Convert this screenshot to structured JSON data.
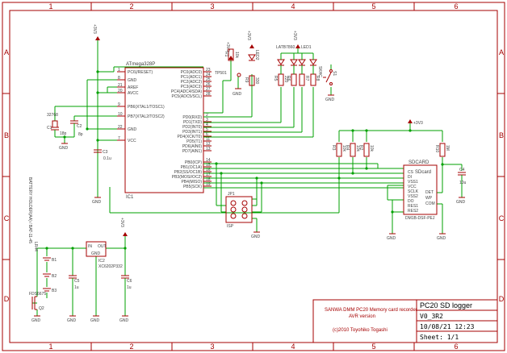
{
  "grid": {
    "columns": [
      "1",
      "2",
      "3",
      "4",
      "5",
      "6"
    ],
    "rows": [
      "A",
      "B",
      "C",
      "D"
    ]
  },
  "title_block": {
    "title": "PC20 SD logger",
    "version": "V0_3R2",
    "date": "10/08/21 12:23",
    "sheet": "Sheet: 1/1",
    "desc1": "SANWA DMM PC20 Memory card recorder",
    "desc2": "AVR version",
    "copyright": "(c)2010 Toyohiko Togashi"
  },
  "mcu": {
    "name": "ATmega328P",
    "ref": "IC1",
    "left_pins": [
      "PC6(/RESET)",
      "GND",
      "AREF",
      "AVCC",
      "PB6(XTAL1/TOSC1)",
      "PB7(XTAL2/TOSC2)",
      "GND",
      "VCC"
    ],
    "left_nums": [
      "1",
      "8",
      "21",
      "20",
      "9",
      "10",
      "22",
      "7"
    ],
    "right_pins": [
      "PC0(ADC0)",
      "PC1(ADC1)",
      "PC2(ADC2)",
      "PC3(ADC3)",
      "PC4(ADC4/SDA)",
      "PC5(ADC5/SCL)",
      "PD0(RXD)",
      "PD1(TXD)",
      "PD2(INT0)",
      "PD3(INT1)",
      "PD4(XCK/T0)",
      "PD5(T1)",
      "PD6(AIN0)",
      "PD7(AIN1)",
      "PB0(ICP)",
      "PB1(OC1A)",
      "PB2(SS/OC1B)",
      "PB3(MOSI/OC2)",
      "PB4(MISO)",
      "PB5(SCK)"
    ],
    "right_nums": [
      "23",
      "24",
      "25",
      "26",
      "27",
      "28",
      "2",
      "3",
      "4",
      "5",
      "6",
      "11",
      "12",
      "13",
      "14",
      "15",
      "16",
      "17",
      "18",
      "19"
    ]
  },
  "sdcard": {
    "name": "SDCARD",
    "label": "SDcard",
    "part": "DM1B-DSF-PEJ",
    "pins": [
      "CS",
      "DI",
      "VSS1",
      "VCC",
      "SCLK",
      "VSS2",
      "DO",
      "RES1",
      "RES2"
    ],
    "right_pins": [
      "DET",
      "WP",
      "COM"
    ]
  },
  "labels": {
    "vcc": "+3V3",
    "gnd": "GND",
    "crystal": "32768",
    "c1": "C1",
    "c1v": "18p",
    "c2": "C2",
    "c2v": "8p",
    "c3": "C3",
    "c3v": "0.1u",
    "c4": "C4",
    "c4v": "10u",
    "c5": "C5",
    "c5v": "1u",
    "c6": "C6",
    "c6v": "1u",
    "tp": "TP501",
    "r1": "R1",
    "r1v": "10k",
    "led1": "LED1",
    "led2": "LED2",
    "ledname": "LATB7860",
    "r5": "R5",
    "r5v": "220",
    "r6": "R6",
    "r6v": "330",
    "r7": "R7",
    "r7v": "330",
    "r8": "R8",
    "r8v": "330",
    "r9": "R9",
    "r9v": "330",
    "s1": "S1",
    "sw_name": "SKHC",
    "r3": "R3",
    "r3v": "10k",
    "r4": "R4",
    "r4v": "10k",
    "r2": "R2",
    "r2v": "10k",
    "r10": "R10",
    "r10v": "1M",
    "isp": "ISP",
    "jp1": "JP1",
    "reg": "IC2",
    "reg_part": "XC6202P332",
    "reg_in": "IN",
    "reg_out": "OUT",
    "reg_gnd": "GND",
    "b1": "B1",
    "b2": "B2",
    "b3": "B3",
    "batt": "LR44",
    "batt_holder": "BATTERY HOLDER(AA) / BAT-11-45",
    "q2": "Q2",
    "q2part": "FDS6675"
  }
}
